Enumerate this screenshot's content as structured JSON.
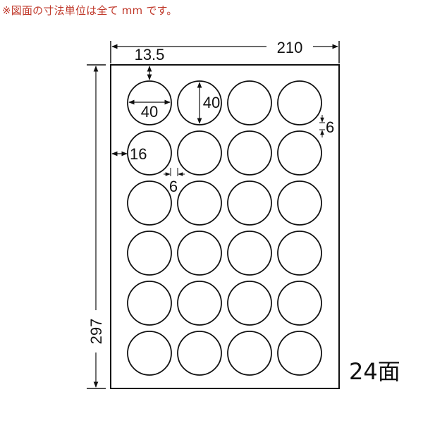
{
  "note": "※図面の寸法単位は全て mm です。",
  "sheet": {
    "width_mm": "210",
    "height_mm": "297",
    "top_margin_mm": "13.5",
    "left_margin_mm": "16",
    "label_width_mm": "40",
    "label_height_mm": "40",
    "h_gap_mm": "6",
    "v_gap_mm": "6",
    "columns": 4,
    "rows": 6,
    "label_shape": "circle"
  },
  "count_label": "24面",
  "colors": {
    "note_text": "#c0392b",
    "line": "#111111",
    "background": "#ffffff"
  }
}
